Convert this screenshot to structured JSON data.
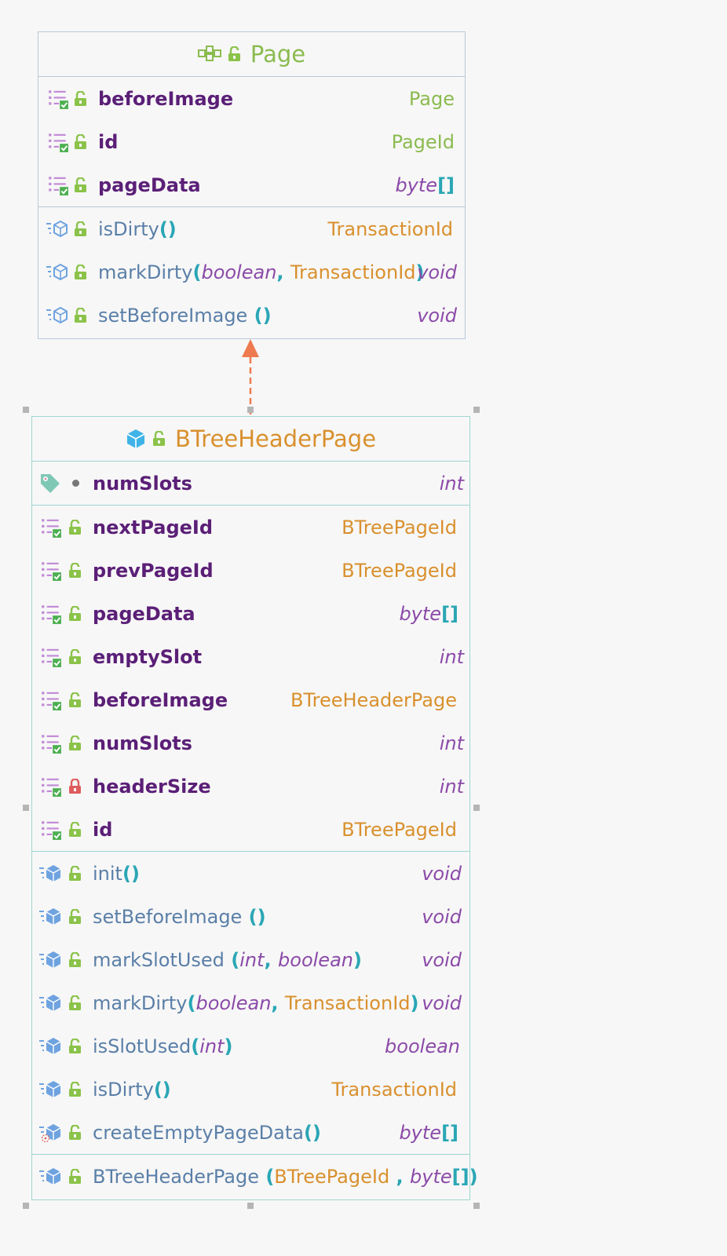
{
  "page_class": {
    "name": "Page",
    "fields": [
      {
        "name": "beforeImage",
        "type": "Page"
      },
      {
        "name": "id",
        "type": "PageId"
      },
      {
        "name": "pageData",
        "type_base": "byte",
        "type_suffix": "[]"
      }
    ],
    "methods": [
      {
        "name": "isDirty",
        "params_open": "()",
        "type": "TransactionId"
      },
      {
        "name": "markDirty",
        "p1": "boolean",
        "p2": "TransactionId",
        "type": "void"
      },
      {
        "name": "setBeforeImage",
        "params_open": " ()",
        "type": "void"
      }
    ]
  },
  "btree_class": {
    "name": "BTreeHeaderPage",
    "static_fields": [
      {
        "name": "numSlots",
        "type": "int"
      }
    ],
    "fields": [
      {
        "name": "nextPageId",
        "type": "BTreePageId"
      },
      {
        "name": "prevPageId",
        "type": "BTreePageId"
      },
      {
        "name": "pageData",
        "type_base": "byte",
        "type_suffix": "[]"
      },
      {
        "name": "emptySlot",
        "type": "int"
      },
      {
        "name": "beforeImage",
        "type": "BTreeHeaderPage"
      },
      {
        "name": "numSlots",
        "type": "int"
      },
      {
        "name": "headerSize",
        "type": "int"
      },
      {
        "name": "id",
        "type": "BTreePageId"
      }
    ],
    "methods": [
      {
        "name": "init",
        "params": "()",
        "type": "void"
      },
      {
        "name": "setBeforeImage",
        "params": " ()",
        "type": "void"
      },
      {
        "name": "markSlotUsed",
        "p1": "int",
        "p2": "boolean",
        "type": "void"
      },
      {
        "name": "markDirty",
        "p1": "boolean",
        "p2": "TransactionId",
        "type": "void"
      },
      {
        "name": "isSlotUsed",
        "p1": "int",
        "type": "boolean"
      },
      {
        "name": "isDirty",
        "params": "()",
        "type": "TransactionId"
      },
      {
        "name": "createEmptyPageData",
        "params": "()",
        "type_base": "byte",
        "type_suffix": "[]"
      }
    ],
    "constructor": {
      "name": "BTreeHeaderPage",
      "p1": "BTreePageId",
      "p2_base": "byte",
      "p2_suffix": "[]"
    }
  },
  "colors": {
    "field_name": "#5b1f77",
    "method_name": "#5a7fa8",
    "type_orange": "#d9902e",
    "type_green": "#8bbb50",
    "type_purple": "#8b4aa8",
    "paren_teal": "#2aa6b5",
    "arrow": "#ee7a4f",
    "lock_open": "#8bc34a",
    "lock_closed": "#e05c5c"
  },
  "icons": {
    "interface": "interface-icon",
    "class": "class-icon",
    "field": "field-icon",
    "static_field": "static-field-tag-icon",
    "method": "method-icon",
    "abstract_method": "abstract-method-icon",
    "lock_open": "lock-open-icon",
    "lock_closed": "lock-closed-icon",
    "inherit_arrow": "implements-arrow"
  }
}
